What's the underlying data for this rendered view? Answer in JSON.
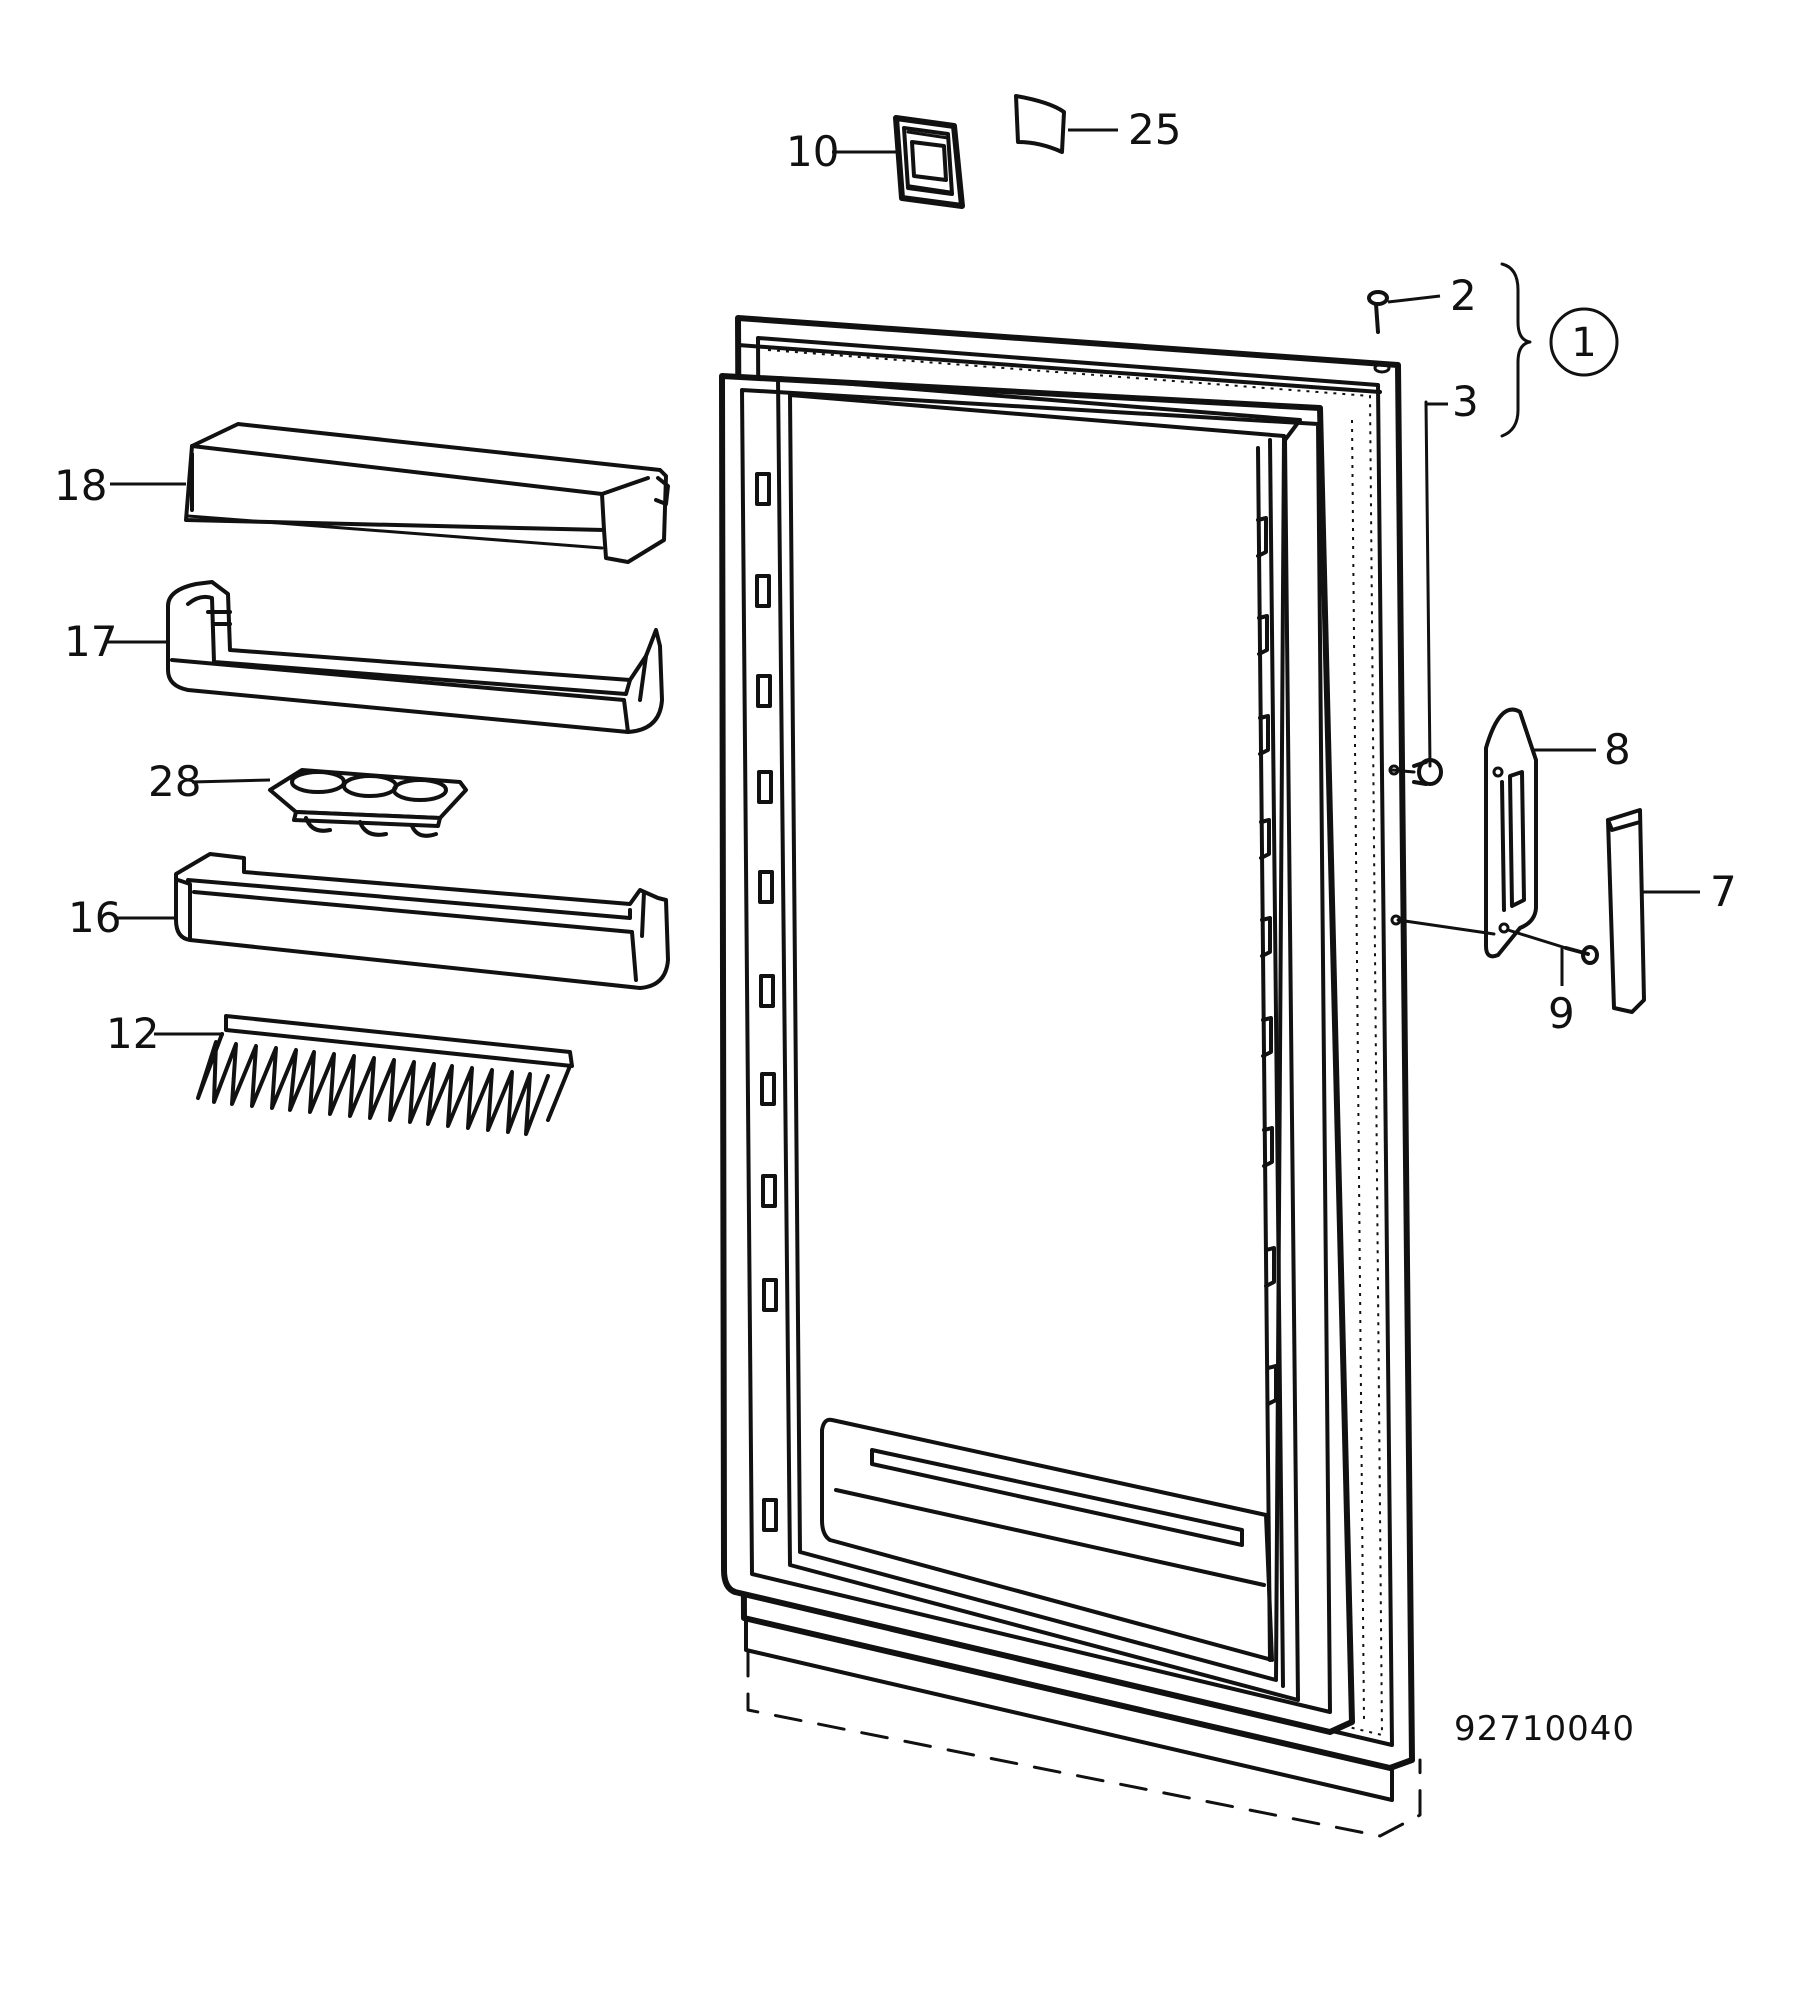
{
  "diagram": {
    "part_labels": {
      "p1": "1",
      "p2": "2",
      "p3": "3",
      "p7": "7",
      "p8": "8",
      "p9": "9",
      "p10": "10",
      "p12": "12",
      "p16": "16",
      "p17": "17",
      "p18": "18",
      "p25": "25",
      "p28": "28"
    },
    "reference_number": "92710040"
  }
}
